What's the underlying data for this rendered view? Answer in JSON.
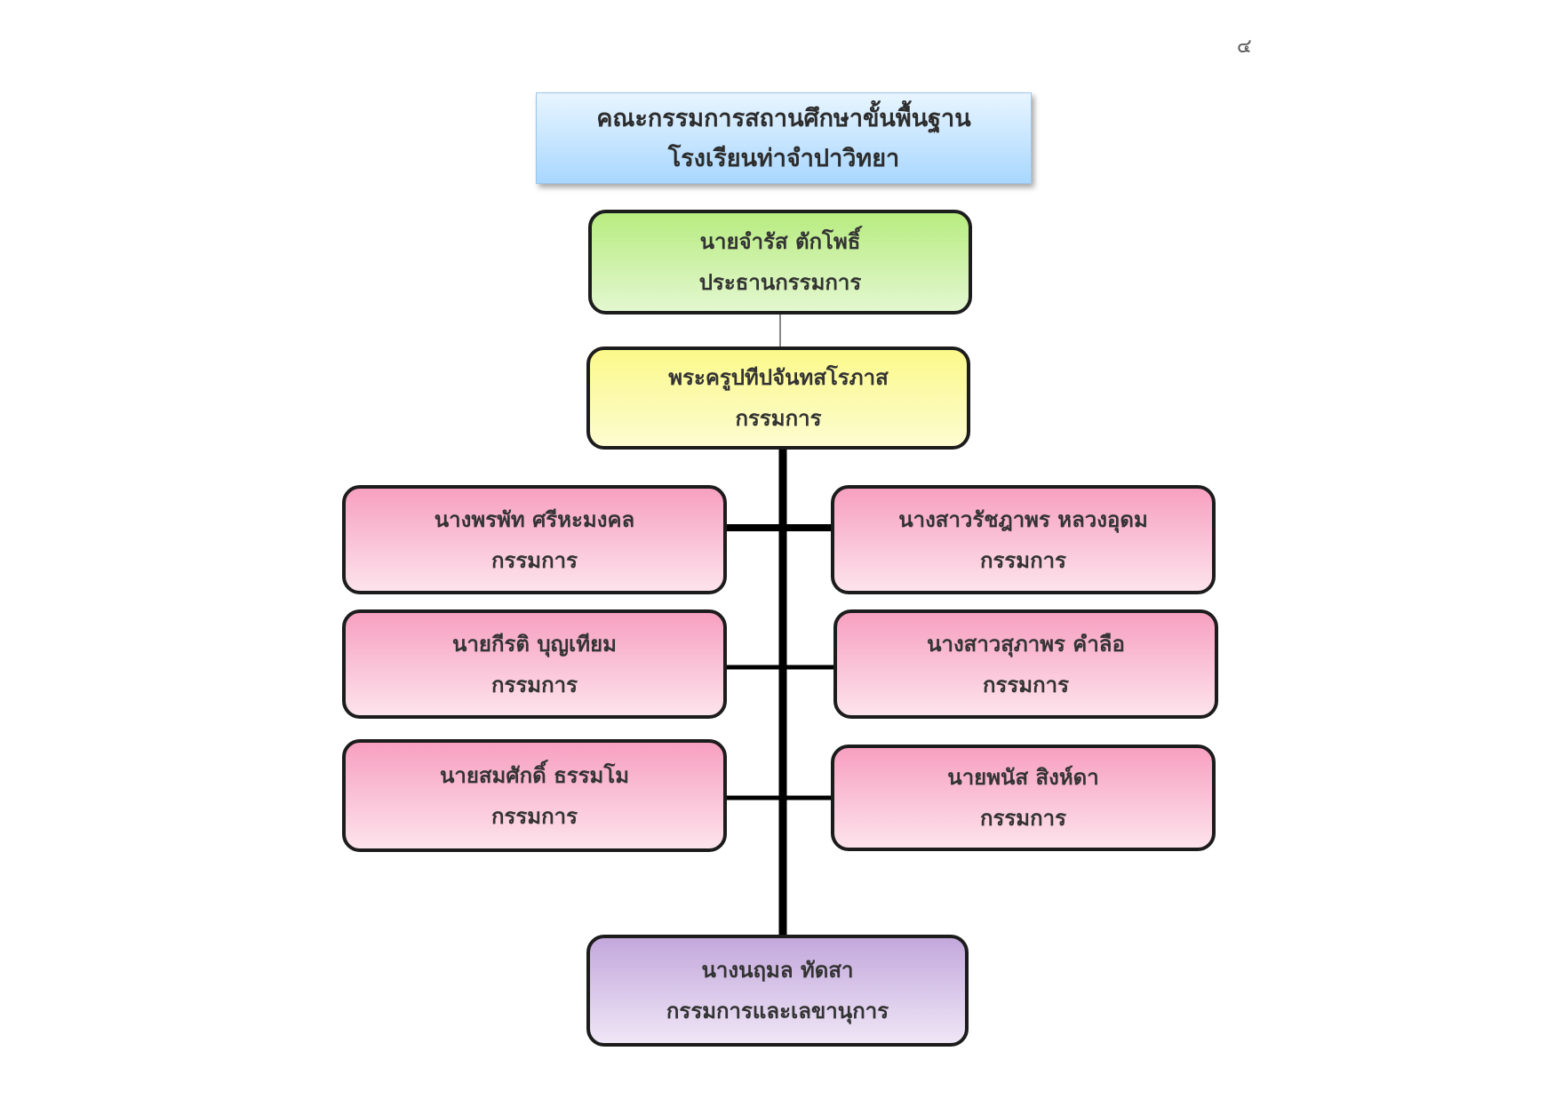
{
  "page_number": "๔",
  "header": {
    "line1": "คณะกรรมการสถานศึกษาขั้นพื้นฐาน",
    "line2": "โรงเรียนท่าจำปาวิทยา"
  },
  "chairman": {
    "name": "นายจำรัส ตักโพธิ์",
    "role": "ประธานกรรมการ"
  },
  "monk_member": {
    "name": "พระครูปทีปจันทสโรภาส",
    "role": "กรรมการ"
  },
  "members_left": [
    {
      "name": "นางพรพัท  ศรีหะมงคล",
      "role": "กรรมการ"
    },
    {
      "name": "นายกีรติ  บุญเทียม",
      "role": "กรรมการ"
    },
    {
      "name": "นายสมศักดิ์ ธรรมโม",
      "role": "กรรมการ"
    }
  ],
  "members_right": [
    {
      "name": "นางสาวรัชฎาพร  หลวงอุดม",
      "role": "กรรมการ"
    },
    {
      "name": "นางสาวสุภาพร  คำลือ",
      "role": "กรรมการ"
    },
    {
      "name": "นายพนัส  สิงห์ดา",
      "role": "กรรมการ"
    }
  ],
  "secretary": {
    "name": "นางนฤมล ทัดสา",
    "role": "กรรมการและเลขานุการ"
  },
  "colors": {
    "header": "#a9d7ff",
    "chairman": "#b8ec80",
    "monk_member": "#fbf98a",
    "members": "#f7a0c0",
    "secretary": "#c3a8dc",
    "border": "#1c1c1c"
  }
}
